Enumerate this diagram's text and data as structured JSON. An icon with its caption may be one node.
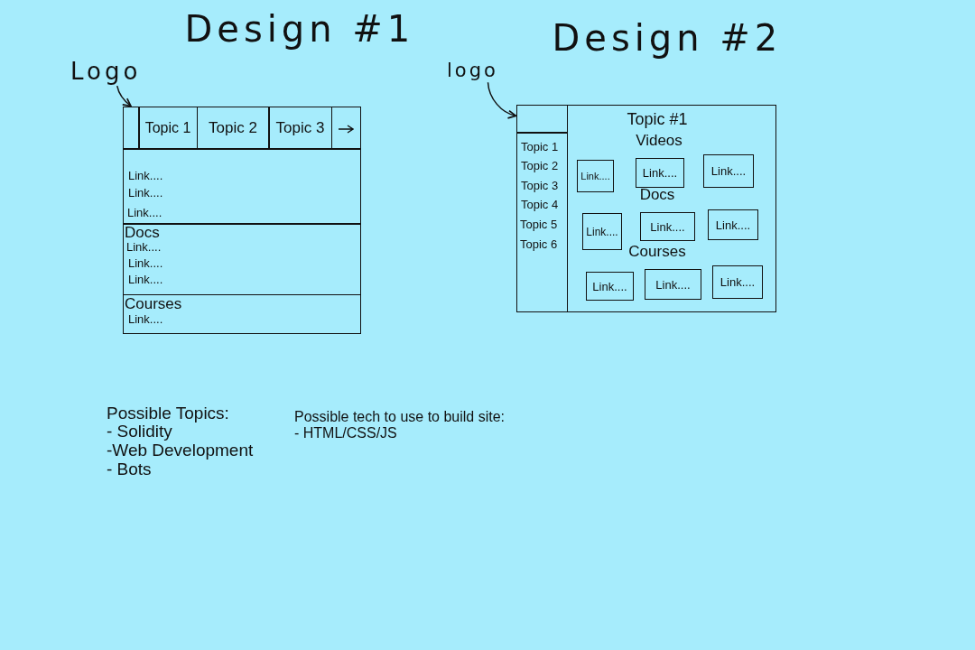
{
  "diagram": {
    "nodes": [
      {
        "text": [
          "Logo"
        ]
      },
      {
        "text": [
          "Design #1"
        ]
      },
      {
        "text": [],
        "shape": "box",
        "in": 1
      },
      {
        "text": [
          "Topic 1"
        ],
        "in": 1
      },
      {
        "text": [
          "Topic 2"
        ],
        "in": 1
      },
      {
        "text": [
          "Topic 3"
        ],
        "in": 1
      },
      {
        "text": [],
        "shape": "box",
        "in": 1
      },
      {
        "text": [
          "Link....",
          "Link....",
          "Link...."
        ],
        "in": 1
      },
      {
        "text": [
          "Docs",
          "Link....",
          "Link....",
          "Link...."
        ],
        "in": 1
      },
      {
        "text": [
          "Courses",
          "Link...."
        ],
        "in": 1
      },
      {
        "text": [
          "logo"
        ]
      },
      {
        "text": [
          "Design #2"
        ]
      },
      {
        "text": [],
        "shape": "box",
        "in": 11
      },
      {
        "text": [
          "Topic 1",
          "Topic 2",
          "Topic 3",
          "Topic 4",
          "Topic 5",
          "Topic 6"
        ],
        "in": 11
      },
      {
        "text": [
          "Topic #1",
          "Videos",
          "Docs",
          "Courses"
        ],
        "in": 11
      },
      {
        "text": [
          "Link...."
        ],
        "in": 14
      },
      {
        "text": [
          "Link...."
        ],
        "in": 14
      },
      {
        "text": [
          "Link...."
        ],
        "in": 14
      },
      {
        "text": [
          "Link...."
        ],
        "in": 14
      },
      {
        "text": [
          "Link...."
        ],
        "in": 14
      },
      {
        "text": [
          "Link...."
        ],
        "in": 14
      },
      {
        "text": [
          "Link...."
        ],
        "in": 14
      },
      {
        "text": [
          "Link...."
        ],
        "in": 14
      },
      {
        "text": [
          "Link...."
        ],
        "in": 14
      }
    ],
    "edges": [
      {
        "from": 0,
        "to": 2,
        "arrow": "to"
      },
      {
        "from": 10,
        "to": 12,
        "arrow": "to"
      }
    ],
    "labels": [
      "Possible Topics:",
      "- Solidity",
      "-Web Development",
      "- Bots",
      "Possible tech to use to build site:",
      "- HTML/CSS/JS"
    ]
  }
}
